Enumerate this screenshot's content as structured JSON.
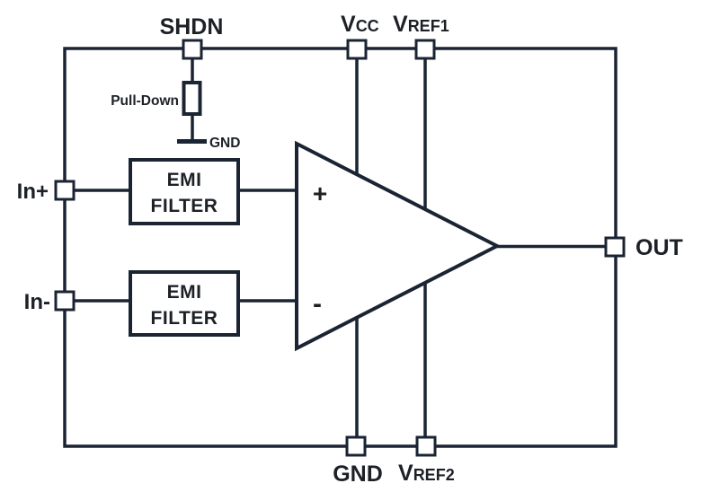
{
  "colors": {
    "line": "#1b2433",
    "text": "#1d2126",
    "background": "#ffffff",
    "component_fill": "#ffffff"
  },
  "pins": {
    "shdn": "SHDN",
    "vcc": {
      "main": "V",
      "sub": "CC"
    },
    "vref1": {
      "main": "V",
      "sub": "REF1"
    },
    "in_plus": "In+",
    "in_minus": "In-",
    "out": "OUT",
    "gnd": "GND",
    "vref2": {
      "main": "V",
      "sub": "REF2"
    }
  },
  "pulldown": {
    "label": "Pull-Down",
    "gnd": "GND"
  },
  "emi_filters": {
    "top": {
      "line1": "EMI",
      "line2": "FILTER"
    },
    "bottom": {
      "line1": "EMI",
      "line2": "FILTER"
    }
  },
  "opamp": {
    "noninverting": "+",
    "inverting": "-"
  }
}
